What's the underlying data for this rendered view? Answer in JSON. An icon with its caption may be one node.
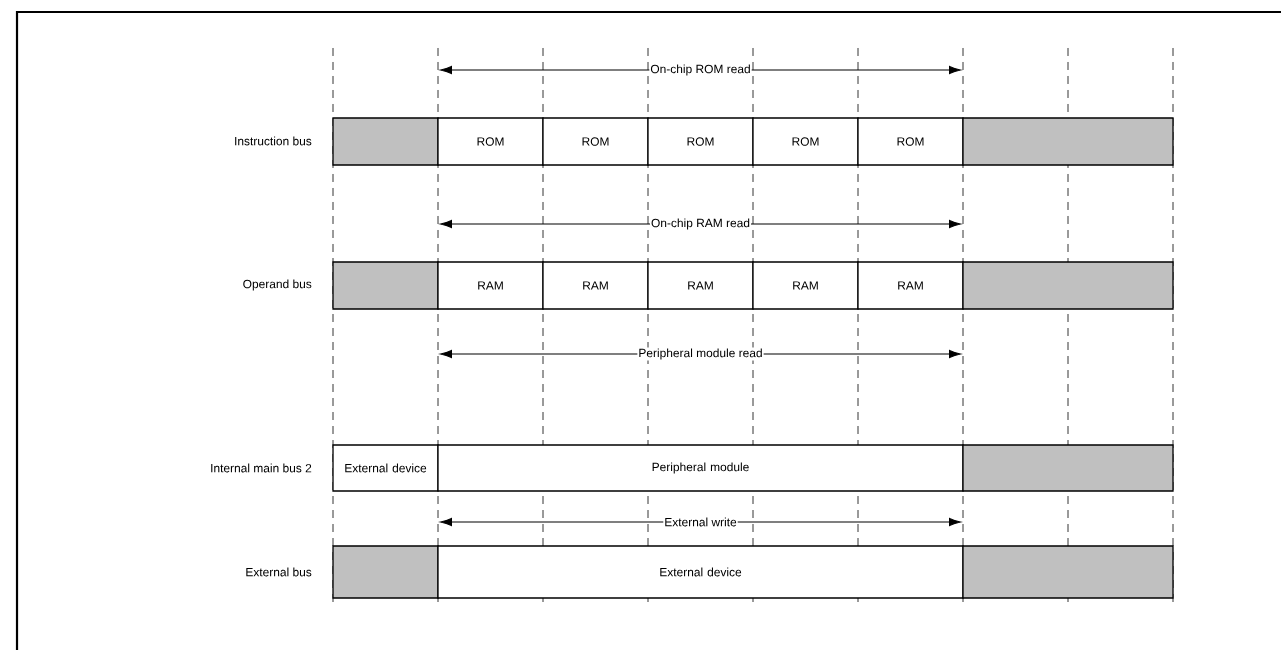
{
  "diagram": {
    "nodes": [
      {
        "text": [],
        "shape": "box"
      },
      {
        "text": [
          "ROM"
        ]
      },
      {
        "text": [
          "ROM"
        ]
      },
      {
        "text": [
          "ROM"
        ]
      },
      {
        "text": [
          "ROM"
        ]
      },
      {
        "text": [
          "ROM"
        ]
      },
      {
        "text": [],
        "shape": "box"
      },
      {
        "text": [],
        "shape": "box"
      },
      {
        "text": [
          "RAM"
        ]
      },
      {
        "text": [
          "RAM"
        ]
      },
      {
        "text": [
          "RAM"
        ]
      },
      {
        "text": [
          "RAM"
        ]
      },
      {
        "text": [
          "RAM"
        ]
      },
      {
        "text": [],
        "shape": "box"
      },
      {
        "text": [
          "External device"
        ]
      },
      {
        "text": [
          "Peripheral module"
        ]
      },
      {
        "text": [],
        "shape": "box"
      },
      {
        "text": [],
        "shape": "box"
      },
      {
        "text": [
          "External device"
        ]
      },
      {
        "text": [],
        "shape": "box"
      }
    ],
    "edges": [],
    "labels": [
      "On-chip ROM read",
      "Instruction bus",
      "On-chip RAM read",
      "Operand bus",
      "Peripheral module read",
      "Internal main bus 2",
      "External write",
      "External bus"
    ]
  }
}
